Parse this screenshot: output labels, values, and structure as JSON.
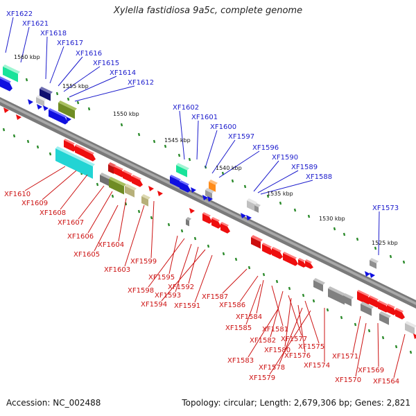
{
  "title": "Xylella fastidiosa 9a5c, complete genome",
  "footer": {
    "accession": "Accession: NC_002488",
    "info": "Topology: circular; Length: 2,679,306 bp; Genes: 2,821"
  },
  "colors": {
    "forward_label": "#1a1acc",
    "reverse_label": "#cc1111",
    "backbone": "#8a8a8a",
    "tick": "#2a8a2a"
  },
  "kbp_labels": [
    "1560 kbp",
    "1555 kbp",
    "1550 kbp",
    "1545 kbp",
    "1540 kbp",
    "1535 kbp",
    "1530 kbp",
    "1525 kbp"
  ],
  "forward_genes": [
    "XF1622",
    "XF1621",
    "XF1618",
    "XF1617",
    "XF1616",
    "XF1615",
    "XF1614",
    "XF1612",
    "XF1602",
    "XF1601",
    "XF1600",
    "XF1597",
    "XF1596",
    "XF1590",
    "XF1589",
    "XF1588",
    "XF1573"
  ],
  "reverse_genes": [
    "XF1610",
    "XF1609",
    "XF1608",
    "XF1607",
    "XF1606",
    "XF1604",
    "XF1605",
    "XF1603",
    "XF1599",
    "XF1595",
    "XF1598",
    "XF1593",
    "XF1592",
    "XF1594",
    "XF1591",
    "XF1587",
    "XF1586",
    "XF1584",
    "XF1585",
    "XF1581",
    "XF1582",
    "XF1577",
    "XF1580",
    "XF1575",
    "XF1583",
    "XF1576",
    "XF1574",
    "XF1578",
    "XF1571",
    "XF1569",
    "XF1579",
    "XF1570",
    "XF1564"
  ]
}
